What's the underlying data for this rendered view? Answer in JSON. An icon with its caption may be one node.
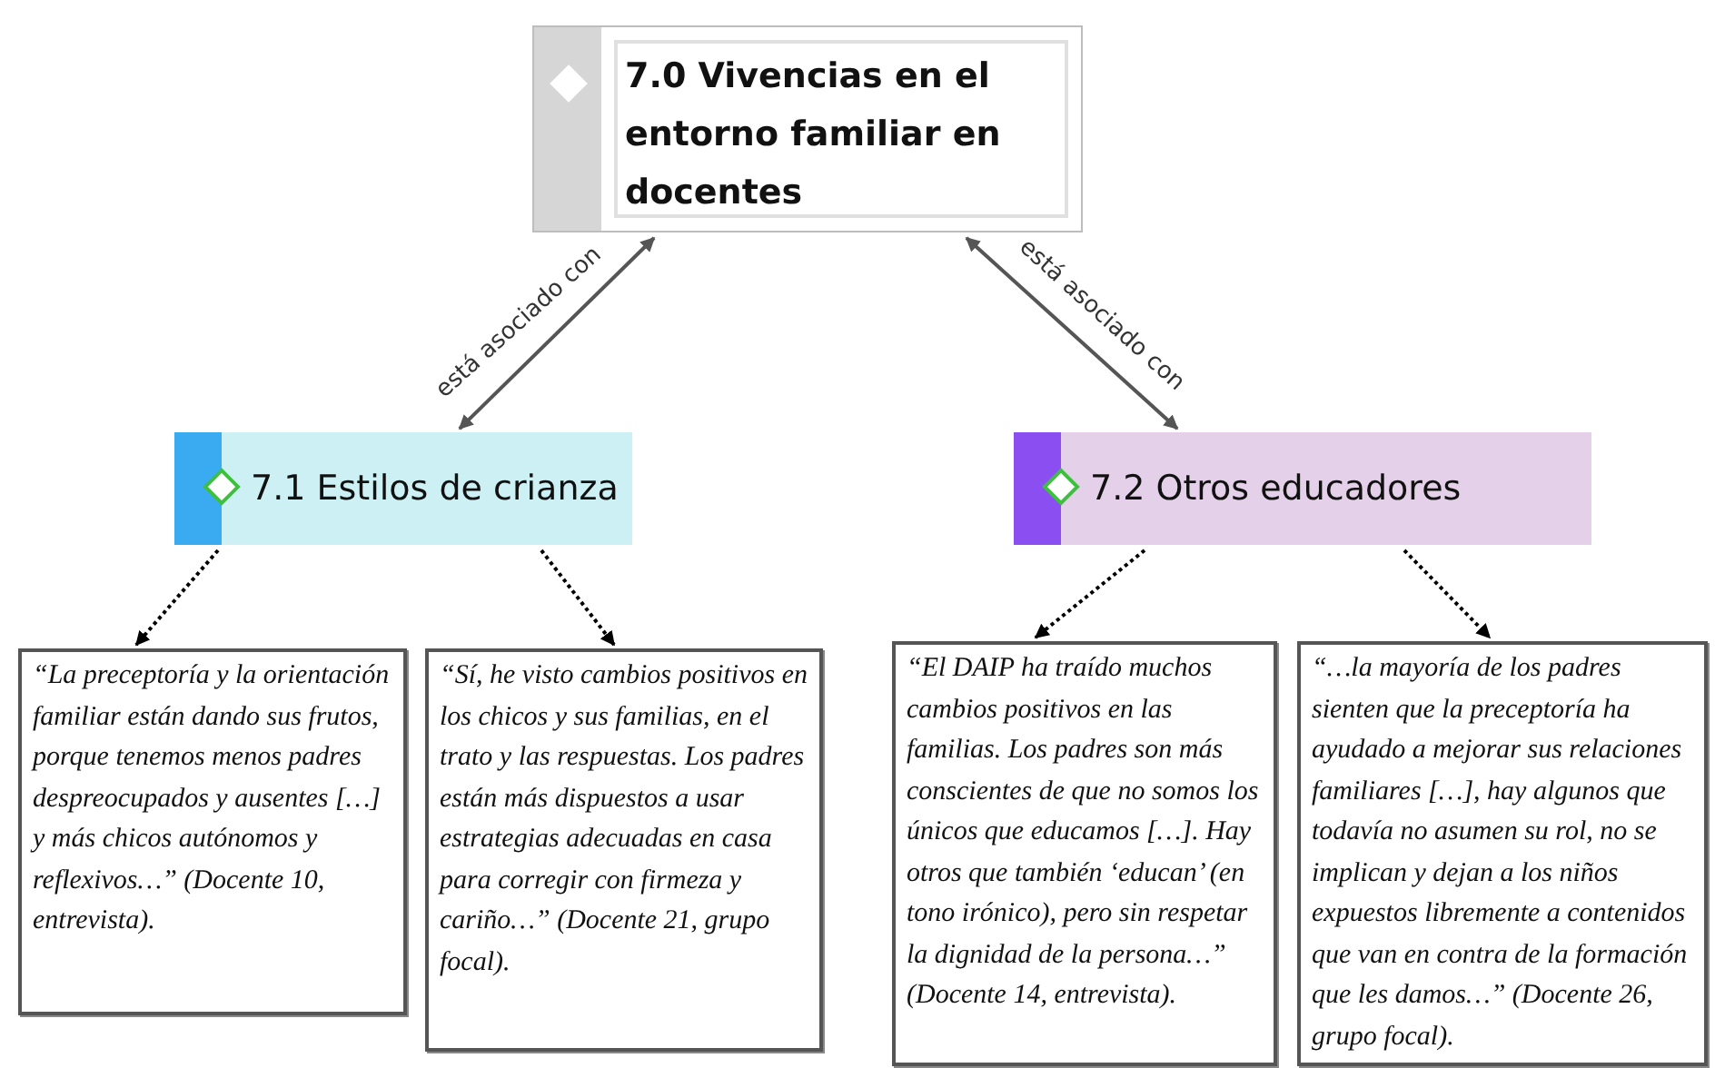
{
  "diagram": {
    "nodes": [
      {
        "text": [
          "7.0 Vivencias en el entorno familiar en docentes"
        ]
      },
      {
        "text": [
          "7.1 Estilos de crianza"
        ]
      },
      {
        "text": [
          "7.2 Otros educadores"
        ]
      },
      {
        "text": [
          "“La preceptoría y la orientación familiar están dando sus frutos, porque tenemos menos padres despreocupados y ausentes […] y más chicos autónomos y reflexivos…” (Docente 10, entrevista)."
        ]
      },
      {
        "text": [
          "“Sí, he visto cambios positivos en los chicos y sus familias, en el trato y las respuestas. Los padres están más dispuestos a usar estrategias adecuadas en casa para corregir con firmeza y cariño…” (Docente 21, grupo focal)."
        ]
      },
      {
        "text": [
          "“El DAIP ha traído muchos cambios positivos en las familias. Los padres son más conscientes de que no somos los únicos que educamos […]. Hay otros que también ‘educan’ (en tono irónico), pero sin respetar la dignidad de la persona…” (Docente 14, entrevista)."
        ]
      },
      {
        "text": [
          "“…la mayoría de los padres sienten que la preceptoría ha ayudado a mejorar sus relaciones familiares […], hay algunos que todavía no asumen su rol, no se implican y dejan a los niños expuestos libremente a contenidos que van en contra de la formación que les damos…” (Docente 26, grupo focal)."
        ]
      }
    ],
    "edges": [
      {
        "from": 0,
        "to": 1,
        "arrow": "both",
        "label": "está asociado con"
      },
      {
        "from": 0,
        "to": 2,
        "arrow": "both",
        "label": "está asociado con"
      },
      {
        "from": 1,
        "to": 3,
        "arrow": "to",
        "style": "dashed",
        "color": "#000000"
      },
      {
        "from": 1,
        "to": 4,
        "arrow": "to",
        "style": "dashed",
        "color": "#000000"
      },
      {
        "from": 2,
        "to": 5,
        "arrow": "to",
        "style": "dashed",
        "color": "#000000"
      },
      {
        "from": 2,
        "to": 6,
        "arrow": "to",
        "style": "dashed",
        "color": "#000000"
      }
    ]
  }
}
